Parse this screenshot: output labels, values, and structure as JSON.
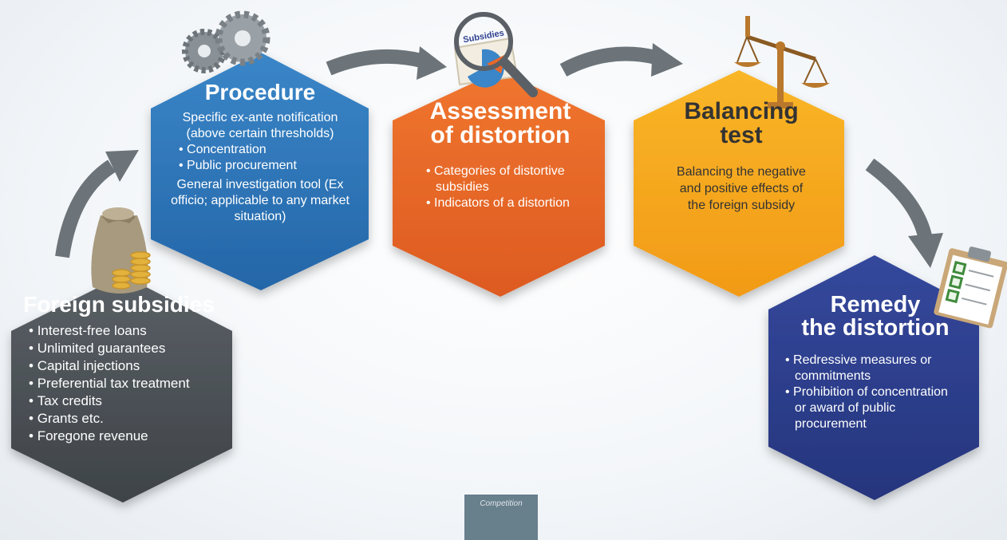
{
  "colors": {
    "foreign": "#4a4f55",
    "procedure": "#2e78bc",
    "assessment": "#e8672a",
    "balancing": "#f5a61e",
    "remedy": "#2d3f8f",
    "arrow": "#6c7479"
  },
  "foreign": {
    "title": "Foreign subsidies",
    "items": [
      "Interest-free loans",
      "Unlimited guarantees",
      "Capital injections",
      "Preferential tax treatment",
      "Tax credits",
      "Grants etc.",
      "Foregone revenue"
    ]
  },
  "procedure": {
    "title": "Procedure",
    "p1": "Specific ex-ante notification (above certain thresholds)",
    "items": [
      "Concentration",
      "Public procurement"
    ],
    "p2": "General investigation tool (Ex officio; applicable to any market situation)"
  },
  "assessment": {
    "title_l1": "Assessment",
    "title_l2": "of distortion",
    "items": [
      "Categories of distortive subsidies",
      "Indicators of a distortion"
    ]
  },
  "balancing": {
    "title_l1": "Balancing",
    "title_l2": "test",
    "body": "Balancing the negative and positive effects of the foreign subsidy"
  },
  "remedy": {
    "title_l1": "Remedy",
    "title_l2": "the distortion",
    "items": [
      "Redressive measures or commitments",
      "Prohibition of concentration or award of public procurement"
    ]
  },
  "magnifier_label": "Subsidies",
  "footer": "Competition"
}
